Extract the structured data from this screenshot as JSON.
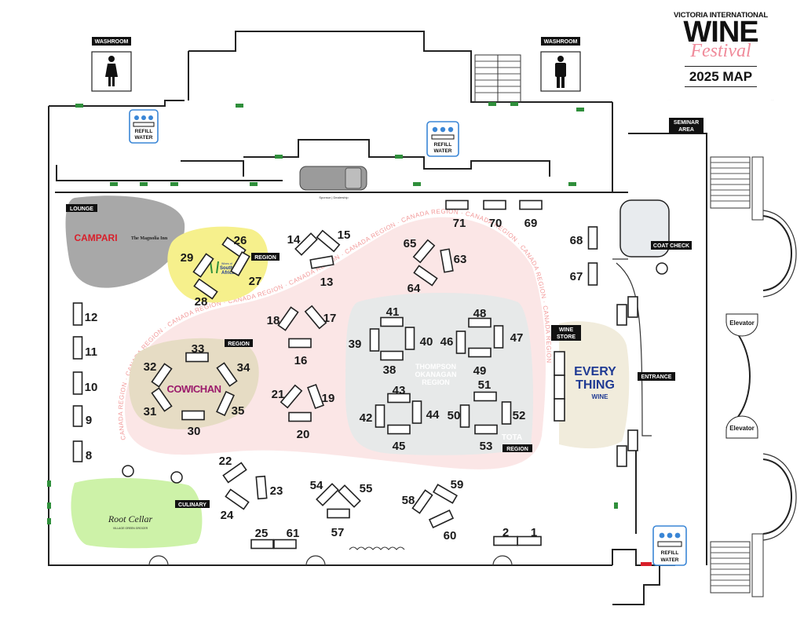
{
  "logo": {
    "line1": "VICTORIA INTERNATIONAL",
    "line2": "WINE",
    "line3": "Festival",
    "line4": "2025 MAP"
  },
  "colors": {
    "canada_region": "#fbe3e3",
    "canada_text": "#f29a9a",
    "lounge": "#a8a8a8",
    "south_africa": "#f6f08c",
    "cowichan": "#e6dcc4",
    "thompson_okanagan": "#e7e9e9",
    "culinary": "#cdf2a8",
    "wine_store": "#f1ecdc",
    "coat_check": "#e8ebee",
    "refill_border": "#3a86d6",
    "exit_sign": "#2f8f3b",
    "campari": "#d81f2a",
    "cowichan_text": "#9b1a6b",
    "everything_wine": "#1f3a93"
  },
  "labels": {
    "washroom_women": "WASHROOM",
    "washroom_men": "WASHROOM",
    "lounge": "LOUNGE",
    "region_south_africa": "REGION",
    "region_cowichan": "REGION",
    "region_tota": "REGION",
    "culinary": "CULINARY",
    "wine_store_1": "WINE",
    "wine_store_2": "STORE",
    "coat_check": "COAT CHECK",
    "entrance": "ENTRANCE",
    "seminar_1": "SEMINAR",
    "seminar_2": "AREA",
    "elevator_top": "Elevator",
    "elevator_bottom": "Elevator",
    "refill_1": "REFILL",
    "refill_2": "WATER",
    "canada_region": "CANADA REGION · CANADA REGION · CANADA REGION · CANADA REGION · CANADA REGION · CANADA REGION · CANADA REGION · CANADA REGION · CANADA REGION · CANADA REGION",
    "thompson_1": "THOMPSON",
    "thompson_2": "OKANAGAN",
    "thompson_3": "REGION",
    "tota": "TOTA",
    "exit": "EXIT"
  },
  "sponsors": {
    "campari": "CAMPARI",
    "inn": "The Magnolia Inn",
    "south_africa_1": "Wines of",
    "south_africa_2": "South",
    "south_africa_3": "Africa",
    "cowichan": "COWICHAN",
    "root_cellar": "Root Cellar",
    "root_cellar_sub": "VILLAGE GREEN GROCER",
    "everything_1": "EVERY",
    "everything_2": "THING",
    "everything_3": "WINE",
    "vehicle_caption": "Sponsor | Dealership"
  },
  "tables": [
    {
      "n": "1"
    },
    {
      "n": "2"
    },
    {
      "n": "8"
    },
    {
      "n": "9"
    },
    {
      "n": "10"
    },
    {
      "n": "11"
    },
    {
      "n": "12"
    },
    {
      "n": "13"
    },
    {
      "n": "14"
    },
    {
      "n": "15"
    },
    {
      "n": "16"
    },
    {
      "n": "17"
    },
    {
      "n": "18"
    },
    {
      "n": "19"
    },
    {
      "n": "20"
    },
    {
      "n": "21"
    },
    {
      "n": "22"
    },
    {
      "n": "23"
    },
    {
      "n": "24"
    },
    {
      "n": "25"
    },
    {
      "n": "26"
    },
    {
      "n": "27"
    },
    {
      "n": "28"
    },
    {
      "n": "29"
    },
    {
      "n": "30"
    },
    {
      "n": "31"
    },
    {
      "n": "32"
    },
    {
      "n": "33"
    },
    {
      "n": "34"
    },
    {
      "n": "35"
    },
    {
      "n": "38"
    },
    {
      "n": "39"
    },
    {
      "n": "40"
    },
    {
      "n": "41"
    },
    {
      "n": "42"
    },
    {
      "n": "43"
    },
    {
      "n": "44"
    },
    {
      "n": "45"
    },
    {
      "n": "46"
    },
    {
      "n": "47"
    },
    {
      "n": "48"
    },
    {
      "n": "49"
    },
    {
      "n": "50"
    },
    {
      "n": "51"
    },
    {
      "n": "52"
    },
    {
      "n": "53"
    },
    {
      "n": "54"
    },
    {
      "n": "55"
    },
    {
      "n": "57"
    },
    {
      "n": "58"
    },
    {
      "n": "59"
    },
    {
      "n": "60"
    },
    {
      "n": "61"
    },
    {
      "n": "63"
    },
    {
      "n": "64"
    },
    {
      "n": "65"
    },
    {
      "n": "67"
    },
    {
      "n": "68"
    },
    {
      "n": "69"
    },
    {
      "n": "70"
    },
    {
      "n": "71"
    }
  ]
}
